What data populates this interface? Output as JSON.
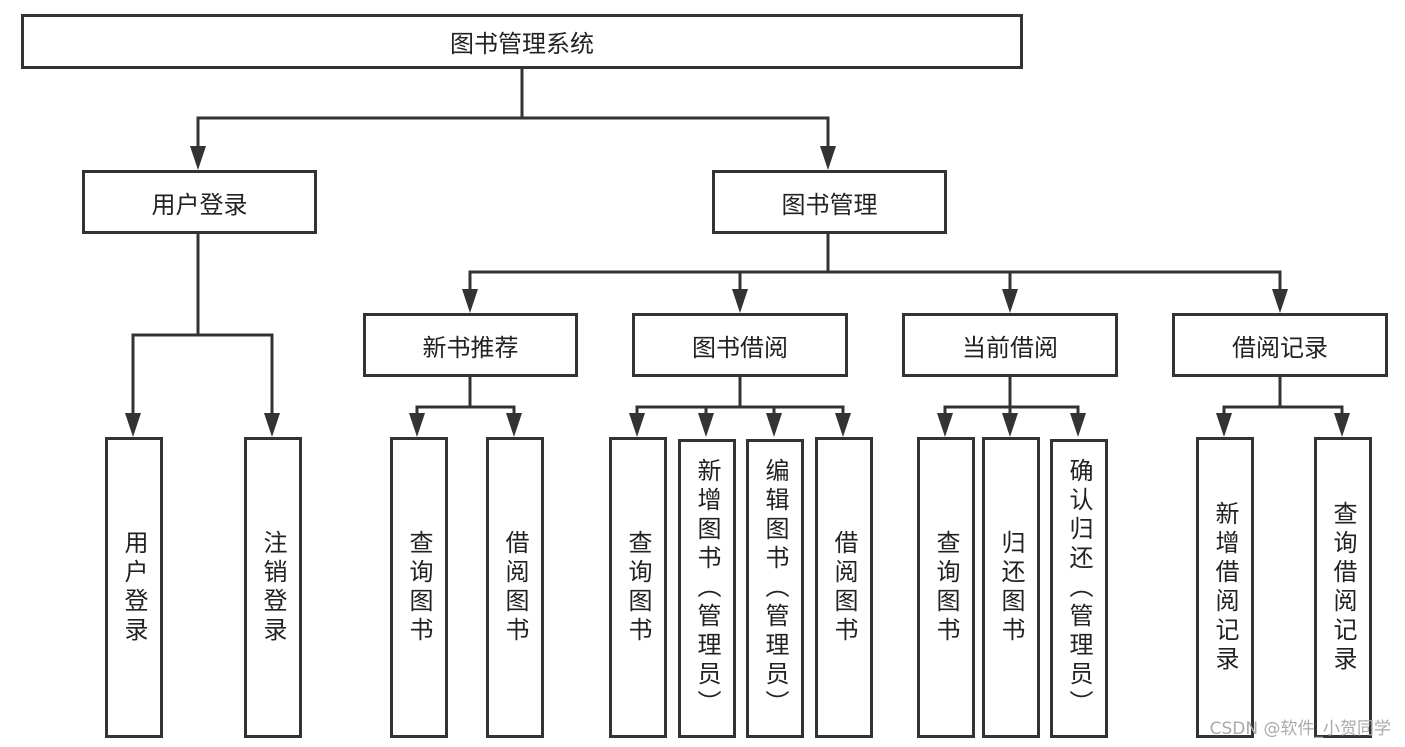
{
  "root": {
    "label": "图书管理系统"
  },
  "level1": [
    {
      "label": "用户登录",
      "children": [
        "用户登录",
        "注销登录"
      ]
    },
    {
      "label": "图书管理"
    }
  ],
  "level2": [
    {
      "label": "新书推荐",
      "children": [
        "查询图书",
        "借阅图书"
      ]
    },
    {
      "label": "图书借阅",
      "children": [
        "查询图书",
        "新增图书（管理员）",
        "编辑图书（管理员）",
        "借阅图书"
      ]
    },
    {
      "label": "当前借阅",
      "children": [
        "查询图书",
        "归还图书",
        "确认归还（管理员）"
      ]
    },
    {
      "label": "借阅记录",
      "children": [
        "新增借阅记录",
        "查询借阅记录"
      ]
    }
  ],
  "watermark": "CSDN @软件_小贺同学",
  "colors": {
    "stroke": "#333333",
    "background": "#ffffff"
  }
}
